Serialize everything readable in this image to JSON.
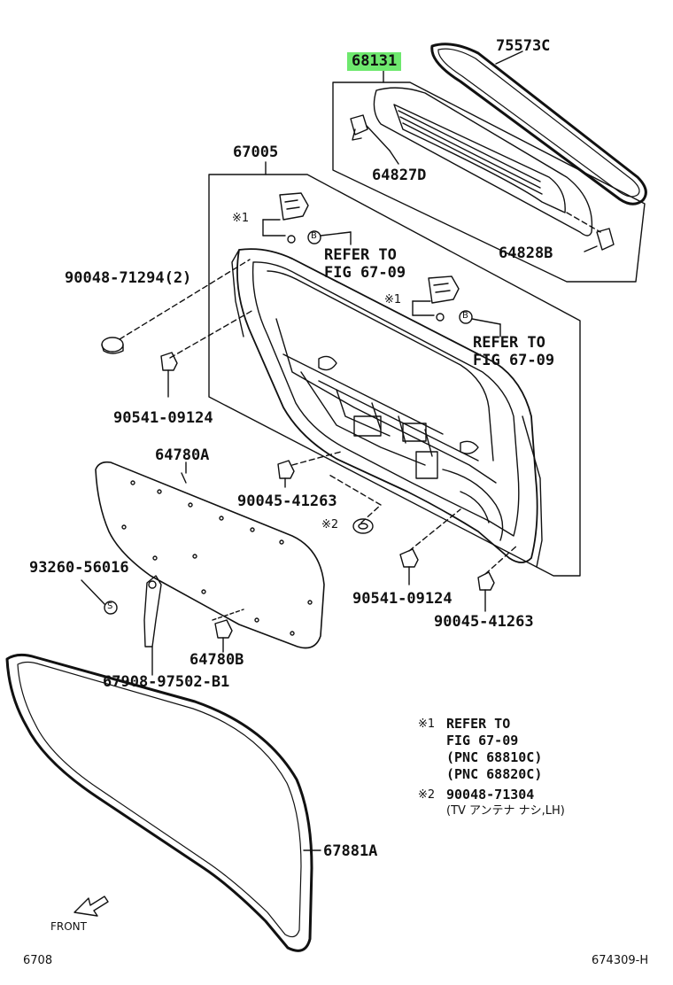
{
  "labels": {
    "p68131": "68131",
    "p75573c": "75573C",
    "p64827d": "64827D",
    "p64828b": "64828B",
    "p67005": "67005",
    "p90048_71294": "90048-71294(2)",
    "p90541_09124_a": "90541-09124",
    "p64780a": "64780A",
    "p90045_41263_a": "90045-41263",
    "p93260_56016": "93260-56016",
    "p90541_09124_b": "90541-09124",
    "p90045_41263_b": "90045-41263",
    "p64780b": "64780B",
    "p67908": "67908-97502-B1",
    "p67881a": "67881A"
  },
  "refs": {
    "refer_to_1": "REFER TO",
    "fig_1": "FIG 67-09",
    "refer_to_2": "REFER TO",
    "fig_2": "FIG 67-09"
  },
  "marks": {
    "m1_a": "※1",
    "m1_b": "※1",
    "m2_a": "※2",
    "b_a": "B",
    "b_b": "B",
    "s_a": "S",
    "front": "FRONT"
  },
  "notes": {
    "n1_mark": "※1",
    "n1_line1": "REFER TO",
    "n1_line2": "FIG 67-09",
    "n1_line3": "(PNC 68810C)",
    "n1_line4": "(PNC 68820C)",
    "n2_mark": "※2",
    "n2_line1": "90048-71304",
    "n2_line2": "(TV アンテナ ナシ,LH)"
  },
  "footer": {
    "left": "6708",
    "right": "674309-H"
  },
  "colors": {
    "highlight": "#6ee86e",
    "ink": "#111111"
  }
}
